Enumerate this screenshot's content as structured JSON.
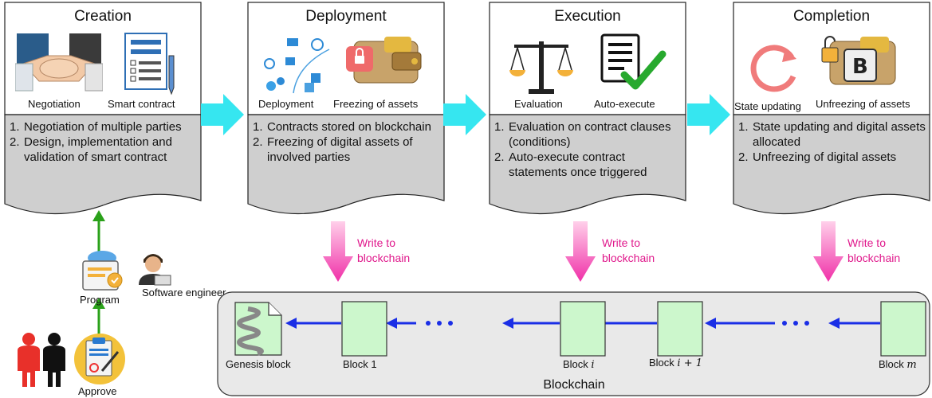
{
  "stages": [
    {
      "title": "Creation",
      "icons": [
        "handshake-icon",
        "contract-document-icon"
      ],
      "icon_labels": [
        "Negotiation",
        "Smart contract"
      ],
      "steps": [
        {
          "num": "1.",
          "text": "Negotiation of multiple parties"
        },
        {
          "num": "2.",
          "text": "Design, implementation and validation of smart contract"
        }
      ]
    },
    {
      "title": "Deployment",
      "icons": [
        "network-deployment-icon",
        "locked-wallet-icon"
      ],
      "icon_labels": [
        "Deployment",
        "Freezing of assets"
      ],
      "steps": [
        {
          "num": "1.",
          "text": "Contracts stored on blockchain"
        },
        {
          "num": "2.",
          "text": "Freezing of digital assets of involved parties"
        }
      ]
    },
    {
      "title": "Execution",
      "icons": [
        "balance-scale-icon",
        "checked-document-icon"
      ],
      "icon_labels": [
        "Evaluation",
        "Auto-execute"
      ],
      "steps": [
        {
          "num": "1.",
          "text": "Evaluation on contract clauses (conditions)"
        },
        {
          "num": "2.",
          "text": "Auto-execute contract statements once triggered"
        }
      ]
    },
    {
      "title": "Completion",
      "icons": [
        "refresh-cycle-icon",
        "unlocked-wallet-icon"
      ],
      "icon_labels": [
        "State updating",
        "Unfreezing of assets"
      ],
      "steps": [
        {
          "num": "1.",
          "text": "State updating and digital assets allocated"
        },
        {
          "num": "2.",
          "text": "Unfreezing of digital assets"
        }
      ]
    }
  ],
  "write_label": [
    "Write to",
    "blockchain"
  ],
  "left_actors": {
    "program": "Program",
    "software_engineer": "Software engineer",
    "approve": "Approve"
  },
  "blockchain": {
    "title": "Blockchain",
    "genesis": "Genesis block",
    "block1": "Block 1",
    "block_i": {
      "prefix": "Block",
      "var": "i"
    },
    "block_i1": {
      "prefix": "Block",
      "var": "i + 1"
    },
    "block_m": {
      "prefix": "Block",
      "var": "m"
    }
  },
  "colors": {
    "stage_arrow": "#36e6f0",
    "write_arrow": "#f050b0",
    "chain_arrow": "#1a2ee6",
    "block_fill": "#ccf7cc",
    "text_box": "#cfcfcf",
    "chain_bg": "#e9e9e9",
    "approve_arrow": "#2aa11a"
  }
}
